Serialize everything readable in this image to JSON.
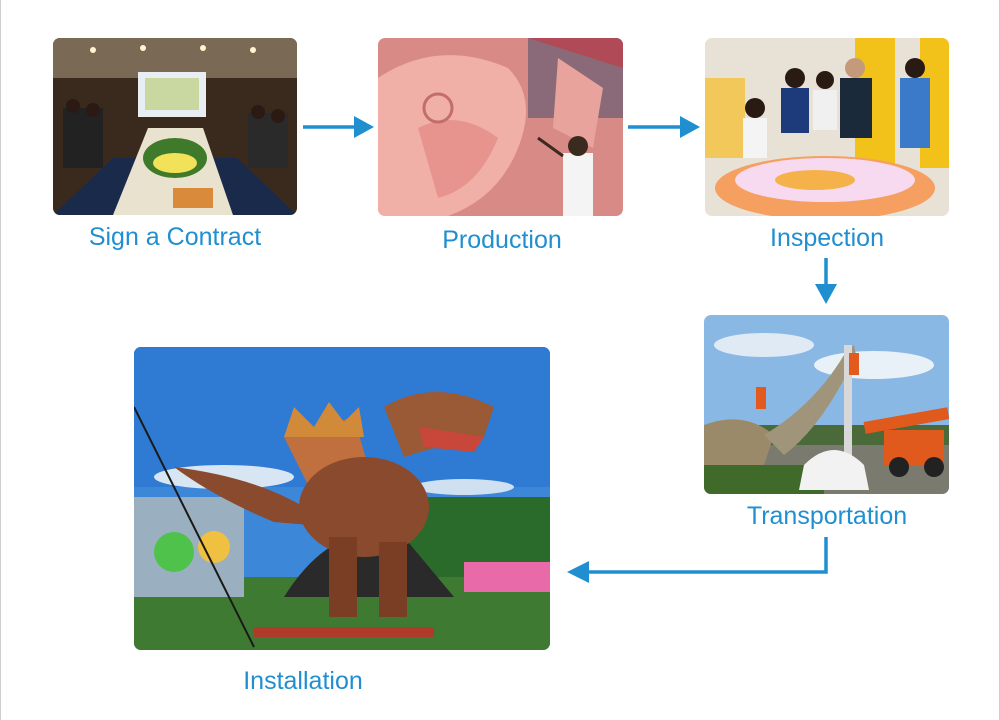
{
  "steps": {
    "sign_contract": "Sign a Contract",
    "production": "Production",
    "inspection": "Inspection",
    "transportation": "Transportation",
    "installation": "Installation"
  },
  "colors": {
    "accent": "#1f8fd0"
  }
}
